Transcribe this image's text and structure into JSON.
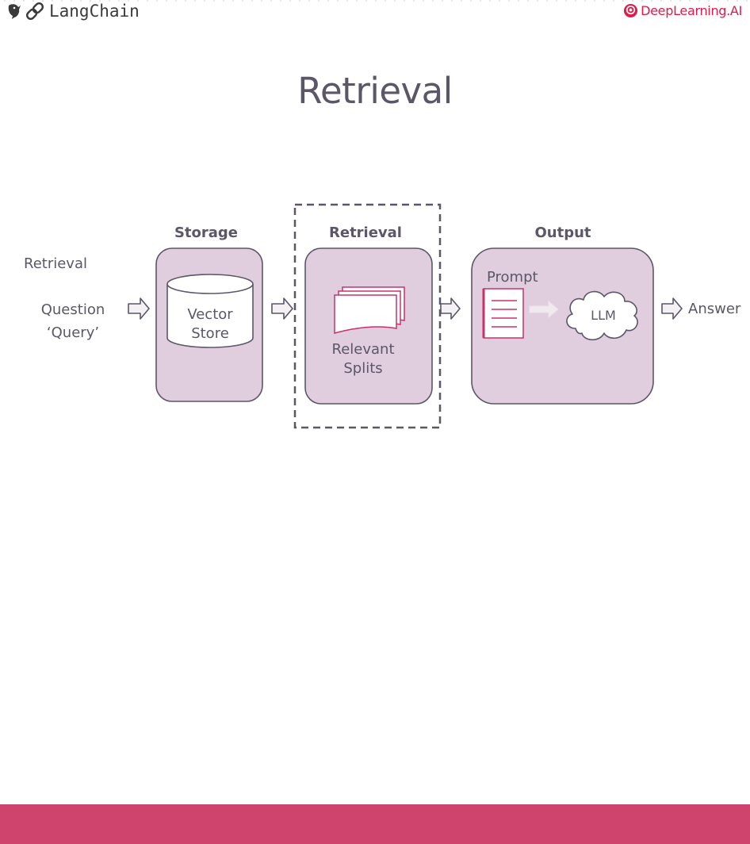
{
  "header": {
    "left_logo_text": "LangChain",
    "right_logo_text": "DeepLearning.AI",
    "right_logo_color": "#e01b4a"
  },
  "title": "Retrieval",
  "diagram": {
    "side_label": "Retrieval",
    "question_line1": "Question",
    "question_line2": "‘Query’",
    "storage": {
      "heading": "Storage",
      "db_line1": "Vector",
      "db_line2": "Store"
    },
    "retrieval": {
      "heading": "Retrieval",
      "caption_line1": "Relevant",
      "caption_line2": "Splits"
    },
    "output": {
      "heading": "Output",
      "prompt_label": "Prompt",
      "llm_label": "LLM"
    },
    "answer_label": "Answer",
    "colors": {
      "box_fill": "#e0cedf",
      "box_stroke": "#5b5668",
      "accent": "#c8326b",
      "footer": "#cf446d"
    }
  }
}
